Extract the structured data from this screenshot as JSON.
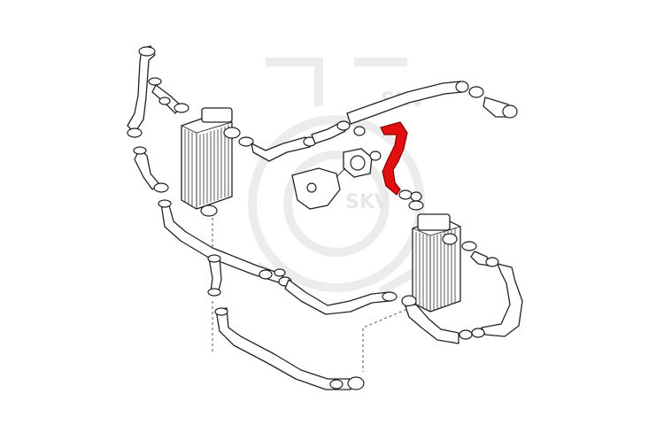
{
  "diagram": {
    "watermark_text": "SKV",
    "highlight_color": "#e01010",
    "line_color": "#222222",
    "background": "#ffffff",
    "parts": [
      "intercooler-left",
      "intercooler-right",
      "throttle-body",
      "intake-pipe",
      "highlighted-hose"
    ]
  }
}
